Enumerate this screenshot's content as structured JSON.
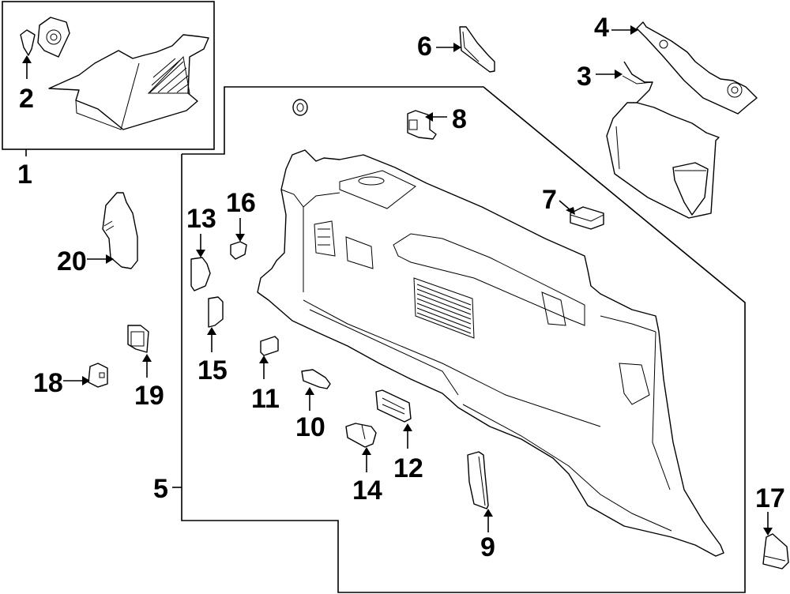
{
  "diagram": {
    "title": "Quarter trim panel exploded parts diagram",
    "callouts": [
      {
        "id": "1",
        "label": "1",
        "part": "assembly-inset"
      },
      {
        "id": "2",
        "label": "2",
        "part": "clip"
      },
      {
        "id": "3",
        "label": "3",
        "part": "upper-trim-panel"
      },
      {
        "id": "4",
        "label": "4",
        "part": "upper-bracket"
      },
      {
        "id": "5",
        "label": "5",
        "part": "quarter-trim-panel"
      },
      {
        "id": "6",
        "label": "6",
        "part": "bracket"
      },
      {
        "id": "7",
        "label": "7",
        "part": "cover"
      },
      {
        "id": "8",
        "label": "8",
        "part": "retainer"
      },
      {
        "id": "9",
        "label": "9",
        "part": "side-cover"
      },
      {
        "id": "10",
        "label": "10",
        "part": "clip"
      },
      {
        "id": "11",
        "label": "11",
        "part": "plug"
      },
      {
        "id": "12",
        "label": "12",
        "part": "vent-grille"
      },
      {
        "id": "13",
        "label": "13",
        "part": "switch"
      },
      {
        "id": "14",
        "label": "14",
        "part": "hook"
      },
      {
        "id": "15",
        "label": "15",
        "part": "bezel"
      },
      {
        "id": "16",
        "label": "16",
        "part": "clip"
      },
      {
        "id": "17",
        "label": "17",
        "part": "end-cap"
      },
      {
        "id": "18",
        "label": "18",
        "part": "outlet"
      },
      {
        "id": "19",
        "label": "19",
        "part": "bezel"
      },
      {
        "id": "20",
        "label": "20",
        "part": "cover"
      }
    ]
  }
}
